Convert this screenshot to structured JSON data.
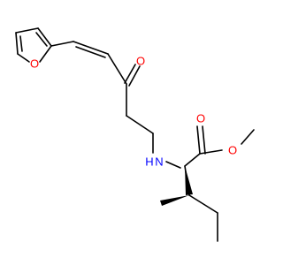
{
  "colors": {
    "bond": "#000000",
    "carbon": "#000000",
    "oxygen": "#ff0000",
    "nitrogen": "#0000ff",
    "background": "#ffffff"
  },
  "atoms": {
    "furan_oxygen": {
      "symbol": "O",
      "element": "oxygen"
    },
    "ketone_oxygen": {
      "symbol": "O",
      "element": "oxygen"
    },
    "amine_nitrogen": {
      "symbol": "N",
      "element": "nitrogen"
    },
    "amine_hydrogen": {
      "symbol": "H",
      "element": "nitrogen"
    },
    "ester_carbonyl_oxygen": {
      "symbol": "O",
      "element": "oxygen"
    },
    "ester_ether_oxygen": {
      "symbol": "O",
      "element": "oxygen"
    }
  }
}
